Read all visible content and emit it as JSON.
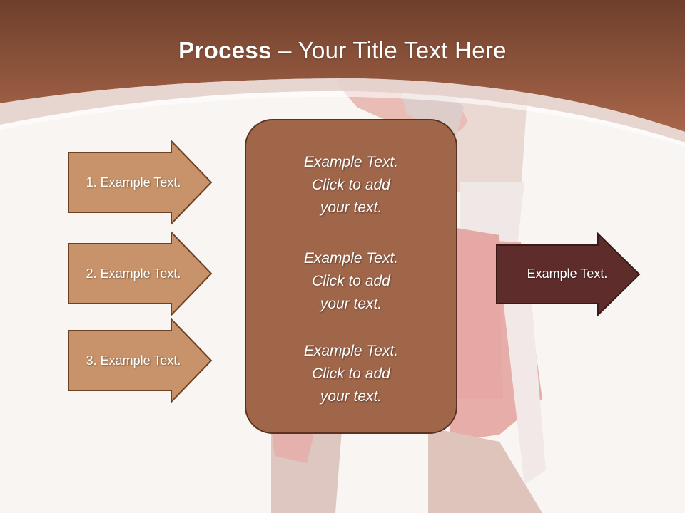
{
  "title": {
    "bold": "Process",
    "rest": " – Your Title Text Here"
  },
  "left_arrows": [
    {
      "label": "1. Example Text."
    },
    {
      "label": "2. Example Text."
    },
    {
      "label": "3. Example Text."
    }
  ],
  "center_box": {
    "blocks": [
      {
        "lines": [
          "Example Text.",
          "Click  to add",
          "your text."
        ]
      },
      {
        "lines": [
          "Example Text.",
          "Click  to add",
          "your text."
        ]
      },
      {
        "lines": [
          "Example Text.",
          "Click  to add",
          "your text."
        ]
      }
    ]
  },
  "right_arrow": {
    "label": "Example Text."
  },
  "colors": {
    "header": "#8e5238",
    "left_arrow_fill": "#c8936a",
    "center_box_fill": "#a0664a",
    "right_arrow_fill": "#5e2c2a"
  },
  "background_image": "boxer-silhouette"
}
